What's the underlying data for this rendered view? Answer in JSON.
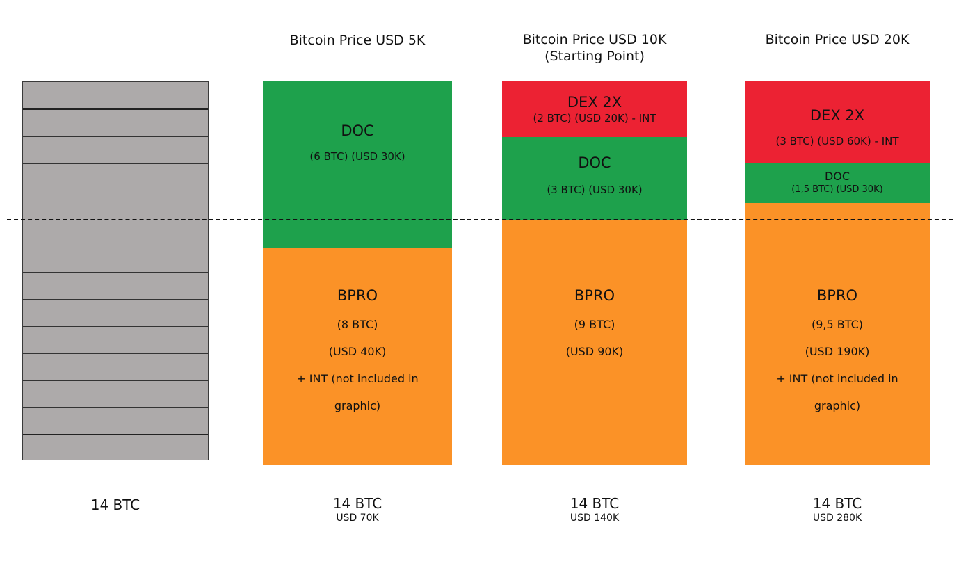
{
  "colors": {
    "dex": "#ec2233",
    "doc": "#1ea14c",
    "bpro": "#fb9227",
    "gray": "#adaaaa"
  },
  "gray_column": {
    "total": "14 BTC"
  },
  "columns": [
    {
      "title": [
        "Bitcoin Price USD 5K"
      ],
      "doc": {
        "name": "DOC",
        "lines": [
          "(6 BTC) (USD 30K)"
        ]
      },
      "bpro": {
        "name": "BPRO",
        "lines": [
          "(8 BTC)",
          "(USD 40K)",
          "+ INT (not included in",
          "graphic)"
        ]
      },
      "total_btc": "14 BTC",
      "total_usd": "USD 70K"
    },
    {
      "title": [
        "Bitcoin Price USD 10K",
        "(Starting Point)"
      ],
      "dex": {
        "name": "DEX 2X",
        "lines": [
          "(2 BTC) (USD 20K) - INT"
        ]
      },
      "doc": {
        "name": "DOC",
        "lines": [
          "(3 BTC) (USD 30K)"
        ]
      },
      "bpro": {
        "name": "BPRO",
        "lines": [
          "(9 BTC)",
          "(USD 90K)"
        ]
      },
      "total_btc": "14 BTC",
      "total_usd": "USD 140K"
    },
    {
      "title": [
        "Bitcoin Price USD 20K"
      ],
      "dex": {
        "name": "DEX 2X",
        "lines": [
          "(3 BTC) (USD 60K) - INT"
        ]
      },
      "doc": {
        "name": "DOC",
        "lines": [
          "(1,5 BTC) (USD 30K)"
        ]
      },
      "bpro": {
        "name": "BPRO",
        "lines": [
          "(9,5 BTC)",
          "(USD 190K)",
          "+ INT (not included in",
          "graphic)"
        ]
      },
      "total_btc": "14 BTC",
      "total_usd": "USD 280K"
    }
  ]
}
